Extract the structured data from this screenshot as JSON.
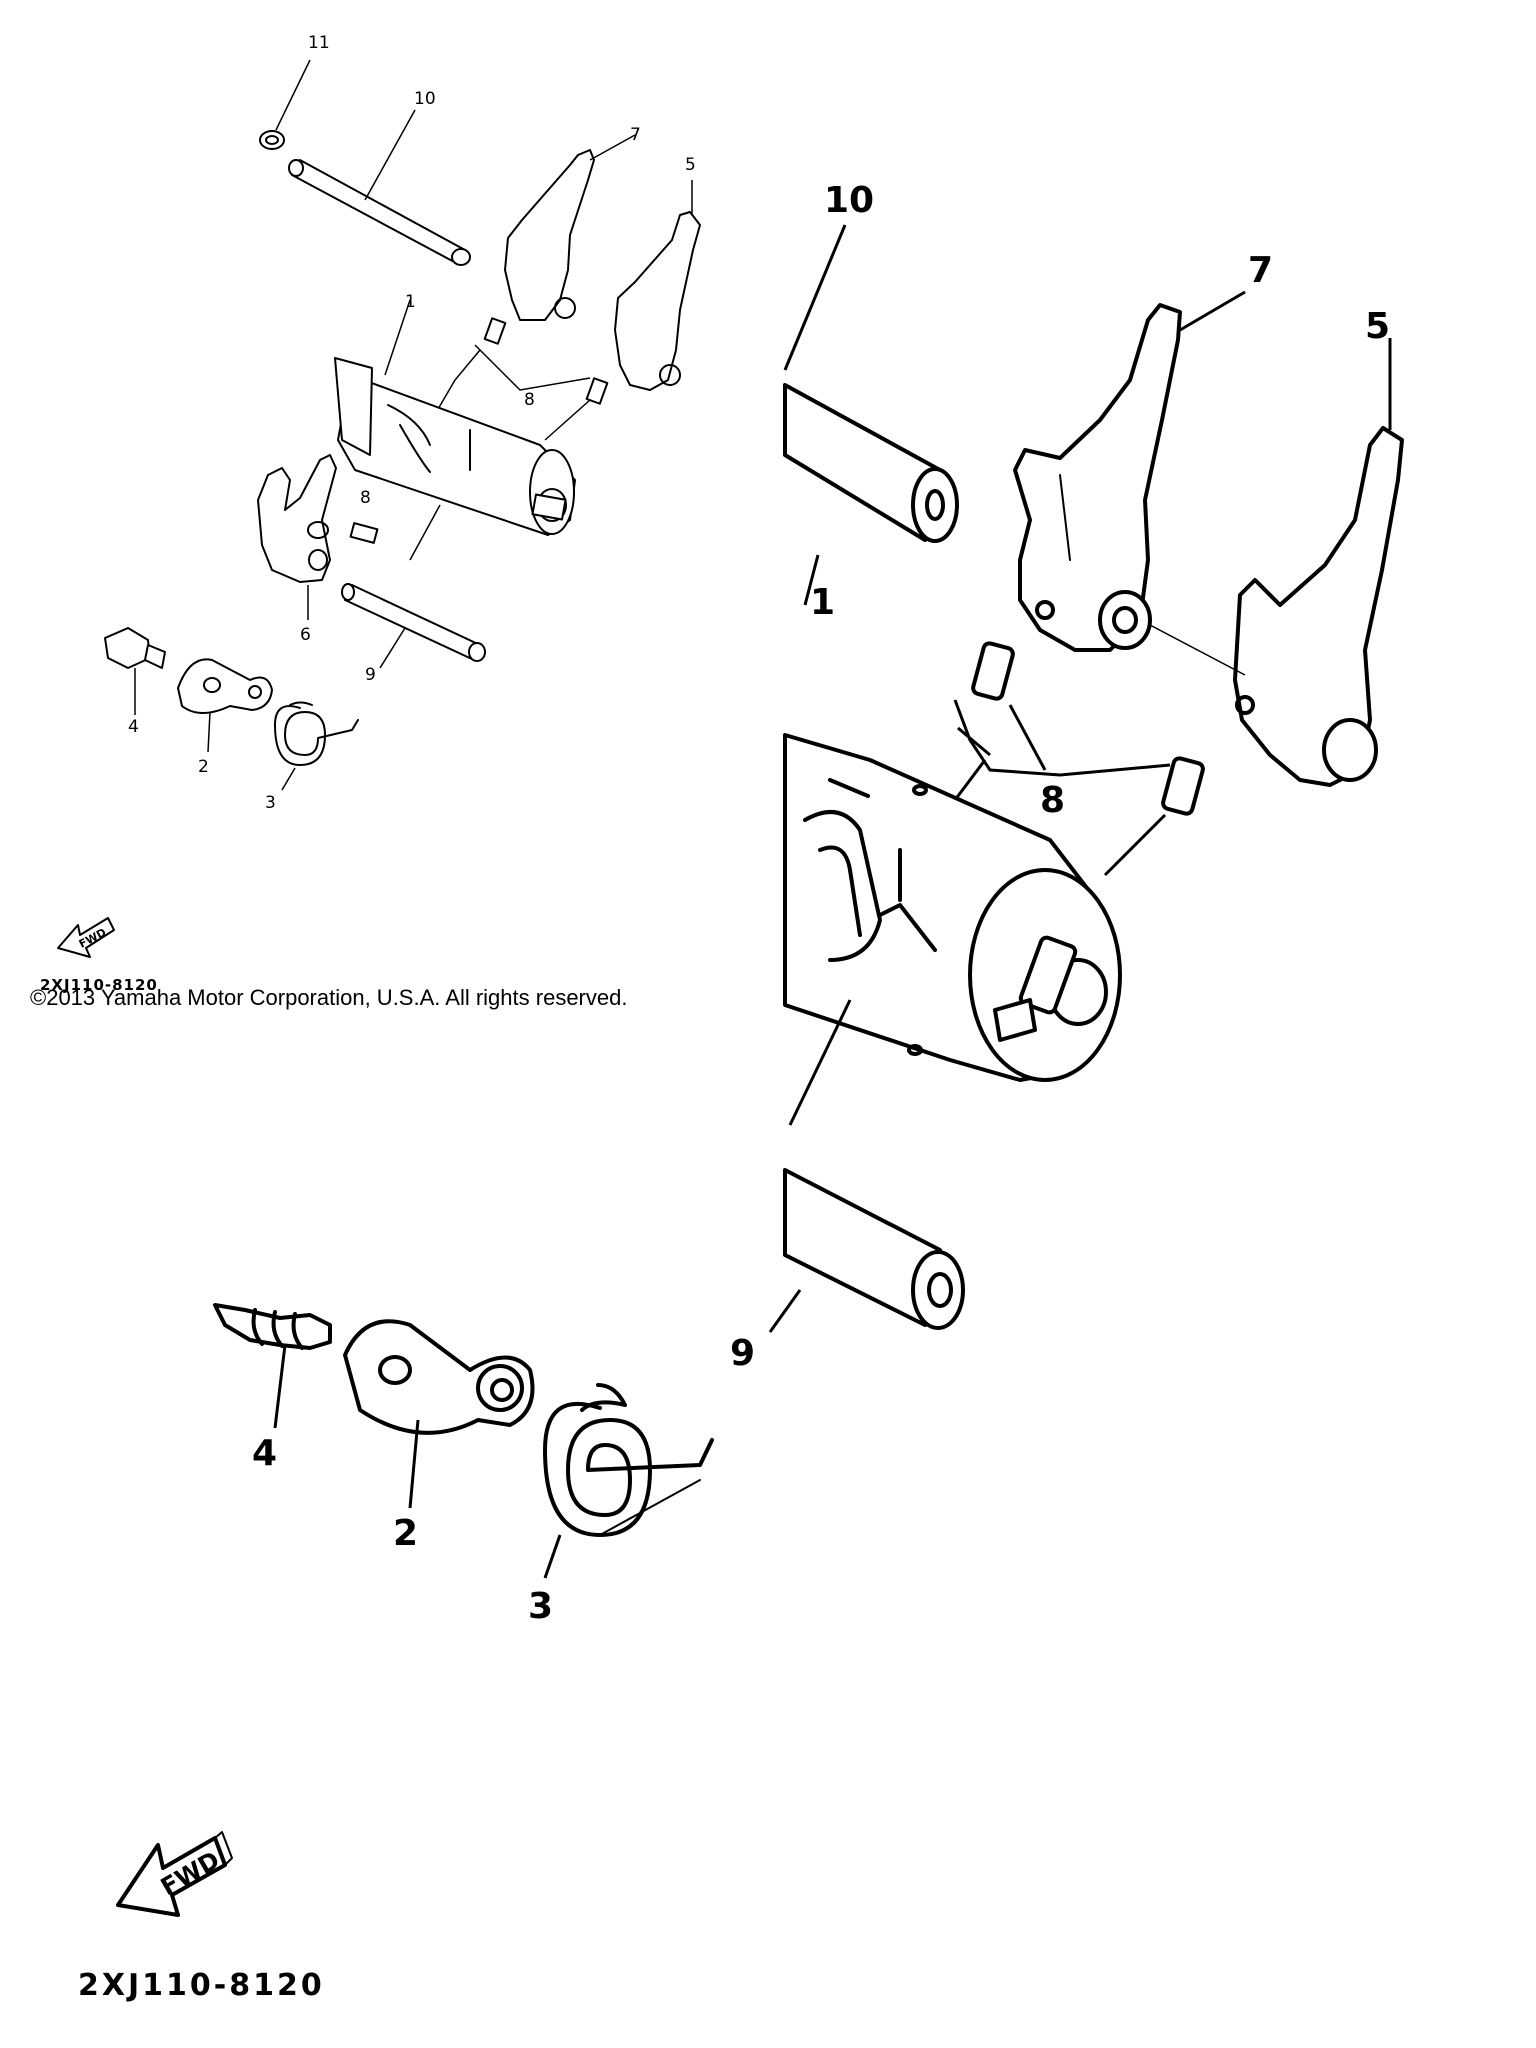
{
  "diagram": {
    "small_view": {
      "callouts": [
        "11",
        "10",
        "7",
        "5",
        "1",
        "8",
        "8",
        "6",
        "9",
        "4",
        "2",
        "3"
      ],
      "fwd_label": "FWD",
      "part_code": "2XJ110-8120"
    },
    "copyright": "©2013 Yamaha Motor Corporation, U.S.A. All rights reserved.",
    "large_view": {
      "callouts": [
        "10",
        "7",
        "5",
        "1",
        "8",
        "9",
        "4",
        "2",
        "3"
      ],
      "fwd_label": "FWD",
      "part_code": "2XJ110-8120"
    }
  }
}
